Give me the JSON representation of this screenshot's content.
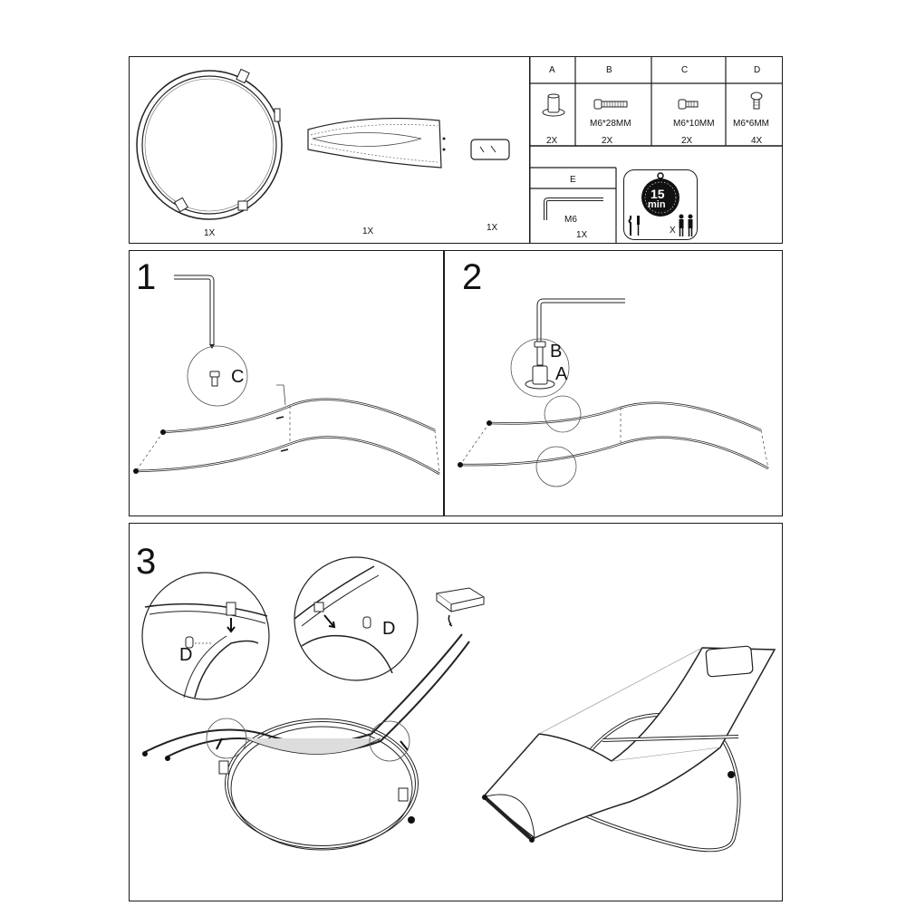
{
  "parts_overview": {
    "frame_qty": "1X",
    "fabric_qty": "1X",
    "pillow_qty": "1X"
  },
  "hardware": [
    {
      "letter": "A",
      "spec": "",
      "qty": "2X"
    },
    {
      "letter": "B",
      "spec": "M6*28MM",
      "qty": "2X"
    },
    {
      "letter": "C",
      "spec": "M6*10MM",
      "qty": "2X"
    },
    {
      "letter": "D",
      "spec": "M6*6MM",
      "qty": "4X"
    }
  ],
  "tool": {
    "letter": "E",
    "spec": "M6",
    "qty": "1X"
  },
  "time_badge": {
    "minutes": "15",
    "unit": "min",
    "people_mult": "X"
  },
  "steps": [
    {
      "number": "1",
      "callout": "C"
    },
    {
      "number": "2",
      "callout_b": "B",
      "callout_a": "A"
    },
    {
      "number": "3",
      "callout_d1": "D",
      "callout_d2": "D"
    }
  ]
}
